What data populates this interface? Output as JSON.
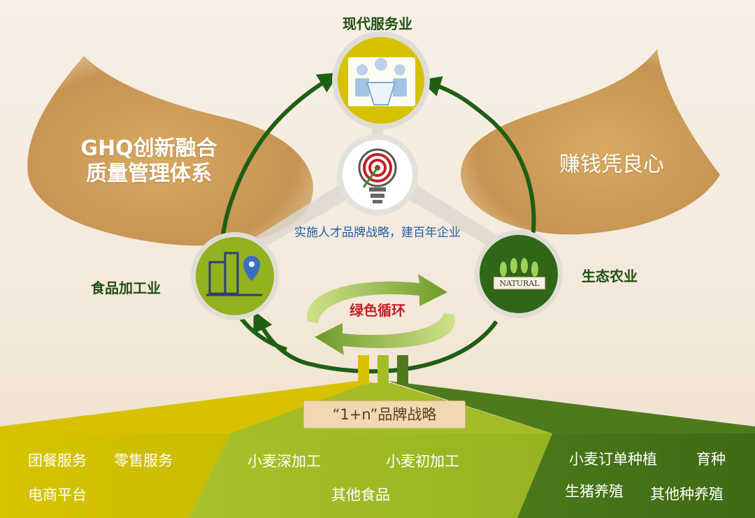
{
  "left_title": [
    "GHQ创新融合",
    "质量管理体系"
  ],
  "right_title": "赚钱凭良心",
  "nodes": {
    "top": "现代服务业",
    "left": "食品加工业",
    "right": "生态农业",
    "core": "实施人才品牌战略，建百年企业",
    "cycle": "绿色循环"
  },
  "natural_badge": "NATURAL",
  "brand_strategy": "“1+n”品牌战略",
  "bands": {
    "left": [
      "团餐服务",
      "零售服务",
      "电商平台"
    ],
    "middle": [
      "小麦深加工",
      "小麦初加工",
      "其他食品"
    ],
    "right": [
      "小麦订单种植",
      "育种",
      "生猪养殖",
      "其他种养殖"
    ]
  },
  "colors": {
    "yellow": "#d8c200",
    "light_green": "#a6bf28",
    "dark_green": "#4e7a1c",
    "arrow_green": "#1e5f14",
    "wing_brown": "#c99a55",
    "accent_red": "#c21f2a",
    "accent_blue": "#1f5fa8"
  }
}
